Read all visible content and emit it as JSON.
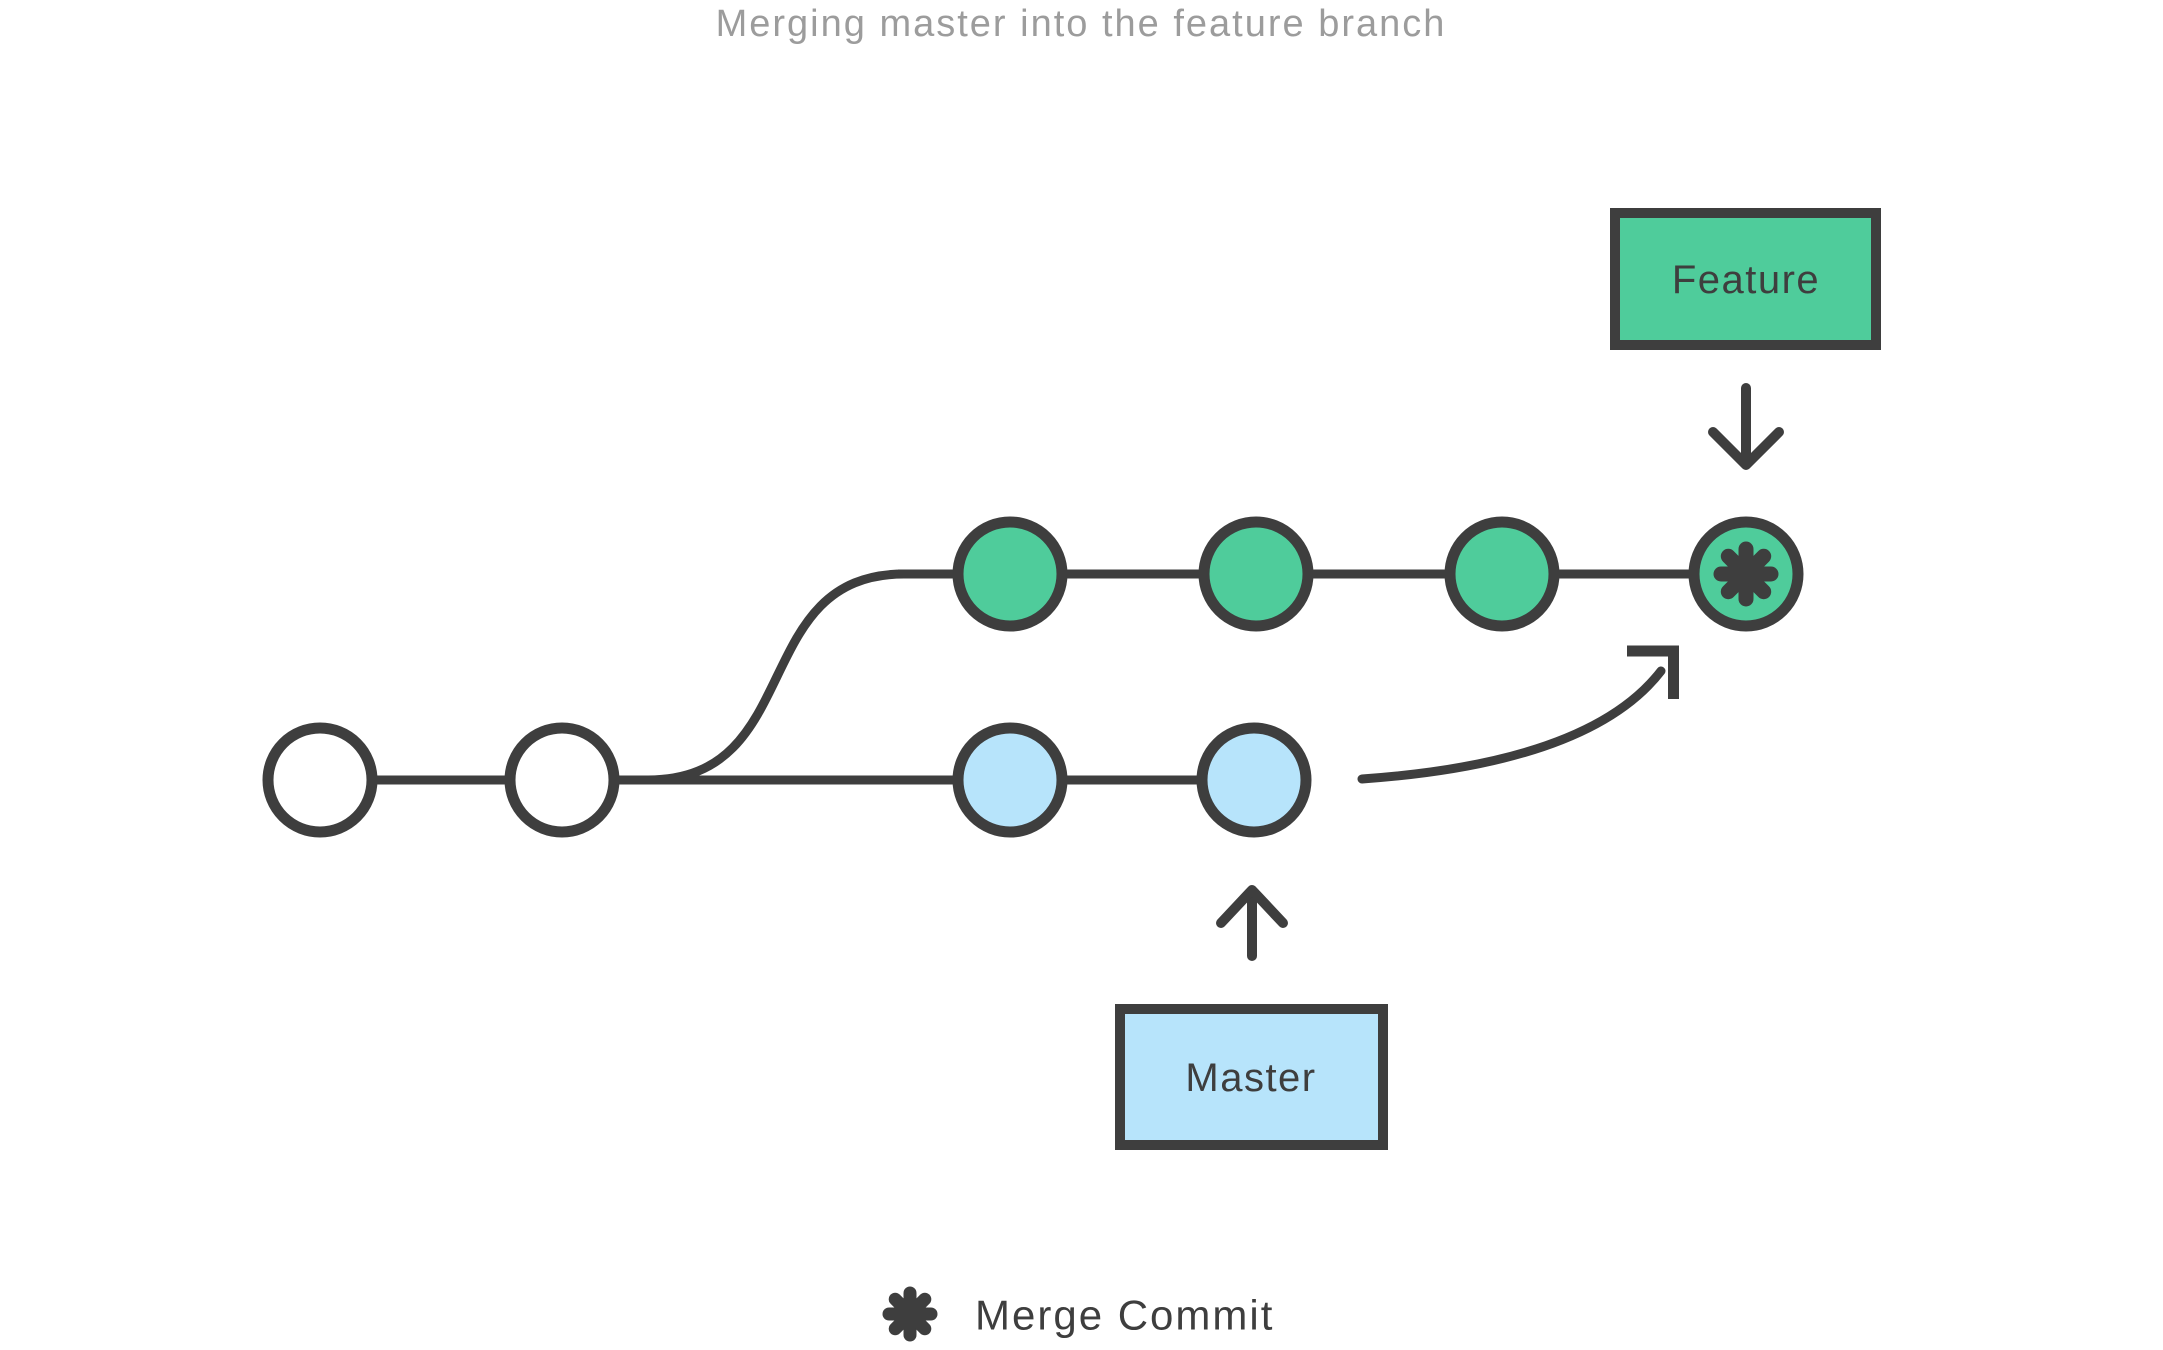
{
  "title": "Merging master into the feature branch",
  "colors": {
    "green": "#4FCC9B",
    "blue": "#B7E4FB",
    "stroke": "#3E3E3E",
    "title_gray": "#9C9C9C",
    "white": "#FFFFFF"
  },
  "feature_branch": {
    "label": "Feature",
    "commit_count": 3,
    "merge_commit_count": 1
  },
  "master_branch": {
    "label": "Master",
    "commit_count": 2
  },
  "shared_commit_count": 2,
  "legend": {
    "symbol": "merge-commit-asterisk",
    "label": "Merge Commit"
  }
}
